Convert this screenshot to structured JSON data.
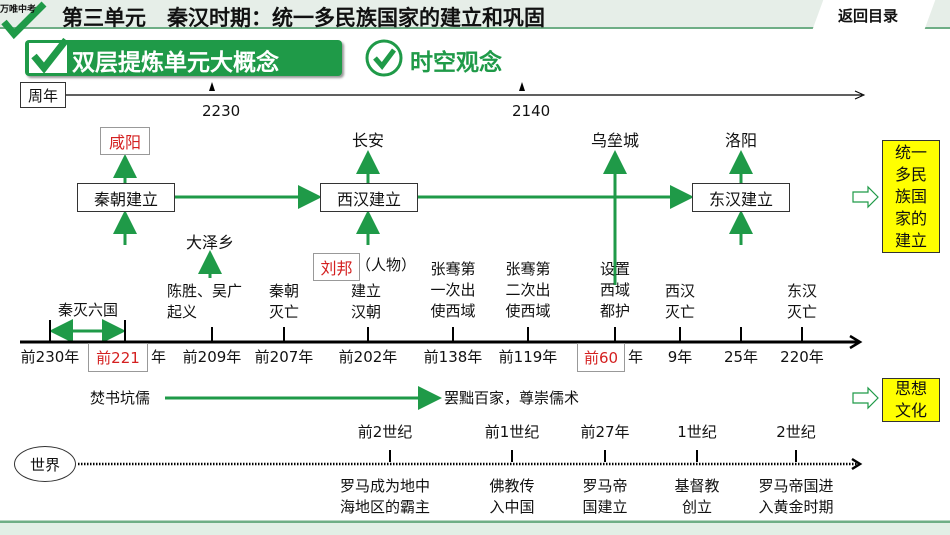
{
  "header": {
    "logo": "万唯中考",
    "title": "第三单元　秦汉时期：统一多民族国家的建立和巩固",
    "back_button": "返回目录"
  },
  "section": {
    "main_label": "双层提炼单元大概念",
    "sub_label": "时空观念"
  },
  "anniversary": {
    "label": "周年",
    "marks": [
      "2230",
      "2140"
    ]
  },
  "capitals": {
    "qin": "咸阳",
    "xihan": "长安",
    "wulei": "乌垒城",
    "donghan": "洛阳",
    "dazexiang": "大泽乡"
  },
  "dynasties": {
    "qin": "秦朝建立",
    "xihan": "西汉建立",
    "donghan": "东汉建立"
  },
  "summary_boxes": {
    "unity": "统一\n多民\n族国\n家的\n建立",
    "culture": "思想\n文化"
  },
  "person": {
    "name": "刘邦",
    "note": "（人物）"
  },
  "events": [
    "秦灭六国",
    "陈胜、吴广\n起义",
    "秦朝\n灭亡",
    "建立\n汉朝",
    "张骞第\n一次出\n使西域",
    "张骞第\n二次出\n使西域",
    "设置\n西域\n都护",
    "西汉\n灭亡",
    "东汉\n灭亡"
  ],
  "years": [
    "前230年",
    "前221",
    "年",
    "前209年",
    "前207年",
    "前202年",
    "前138年",
    "前119年",
    "前60",
    "年",
    "9年",
    "25年",
    "220年"
  ],
  "thought": {
    "from": "焚书坑儒",
    "to": "罢黜百家，尊崇儒术"
  },
  "world": {
    "label": "世界",
    "times": [
      "前2世纪",
      "前1世纪",
      "前27年",
      "1世纪",
      "2世纪"
    ],
    "events": [
      "罗马成为地中\n海地区的霸主",
      "佛教传\n入中国",
      "罗马帝\n国建立",
      "基督教\n创立",
      "罗马帝国进\n入黄金时期"
    ]
  },
  "colors": {
    "green": "#1f9a48",
    "red": "#d42020",
    "yellow": "#ffff00"
  }
}
